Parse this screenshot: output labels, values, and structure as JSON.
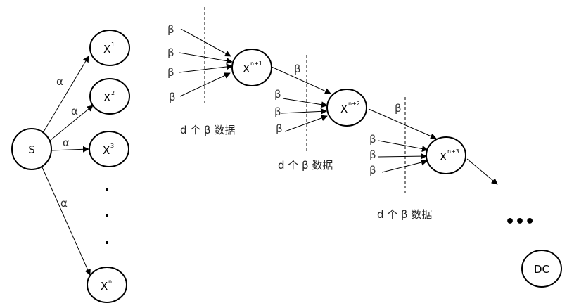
{
  "nodes": {
    "s": "S",
    "x": "X",
    "x1_sup": "1",
    "x2_sup": "2",
    "x3_sup": "3",
    "xn_sup": "n",
    "xn1_sup": "n+1",
    "xn2_sup": "n+2",
    "xn3_sup": "n+3",
    "dc": "DC"
  },
  "edge_labels": {
    "alpha": "α",
    "beta": "β"
  },
  "captions": {
    "d_beta_data": "d 个 β 数据"
  },
  "ellipsis": "•••"
}
